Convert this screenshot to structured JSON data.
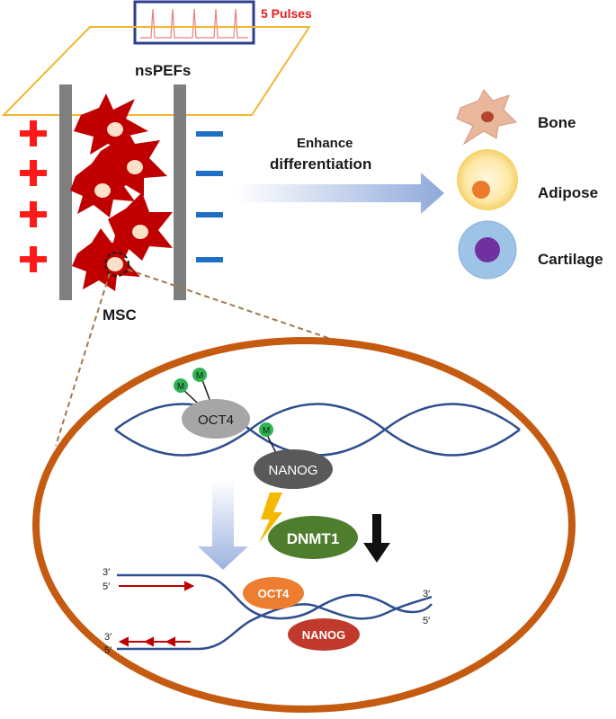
{
  "pulse_box": {
    "label": "5 Pulses"
  },
  "device": {
    "label": "nsPEFs",
    "plus_signs": [
      "+",
      "+",
      "+",
      "+"
    ]
  },
  "cells": {
    "label": "MSC"
  },
  "arrow": {
    "line1": "Enhance",
    "line2": "differentiation"
  },
  "outcomes": [
    {
      "label": "Bone"
    },
    {
      "label": "Adipose"
    },
    {
      "label": "Cartilage"
    }
  ],
  "nucleus": {
    "top_dna": {
      "oct4": "OCT4",
      "nanog": "NANOG",
      "methyl_mark": "M"
    },
    "enzyme": "DNMT1",
    "bottom_dna": {
      "oct4": "OCT4",
      "nanog": "NANOG",
      "strand_top_3": "3′",
      "strand_top_5": "5′",
      "strand_bot_3": "3′",
      "strand_bot_5": "5′",
      "right_3": "3′",
      "right_5": "5′"
    }
  },
  "colors": {
    "cell_red": "#c00000",
    "nucleus_border": "#c55a11",
    "dna_blue": "#2f4e8f",
    "frame_yellow": "#f2b632",
    "pulse_box_blue": "#2f3f8f",
    "enzyme_green": "#4e7d2e",
    "oct4_bottom": "#ed7d31",
    "nanog_bottom": "#c0392b"
  }
}
